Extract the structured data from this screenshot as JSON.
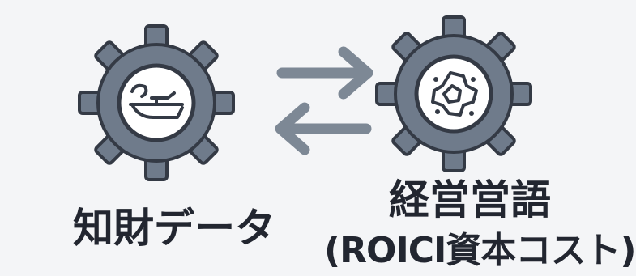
{
  "left_node": {
    "label": "知財データ",
    "icon": "gear-with-ship-icon"
  },
  "right_node": {
    "label_line1": "経営営語",
    "label_line2": "(ROICI資本コスト)",
    "icon": "gear-with-network-icon"
  },
  "connectors": {
    "top": "arrow-right-icon",
    "bottom": "arrow-left-icon"
  },
  "colors": {
    "background": "#f4f5f7",
    "gear_fill": "#6f7b8b",
    "gear_outline": "#343a45",
    "inner_fill": "#ffffff",
    "arrow": "#7d8895",
    "text": "#222630"
  }
}
